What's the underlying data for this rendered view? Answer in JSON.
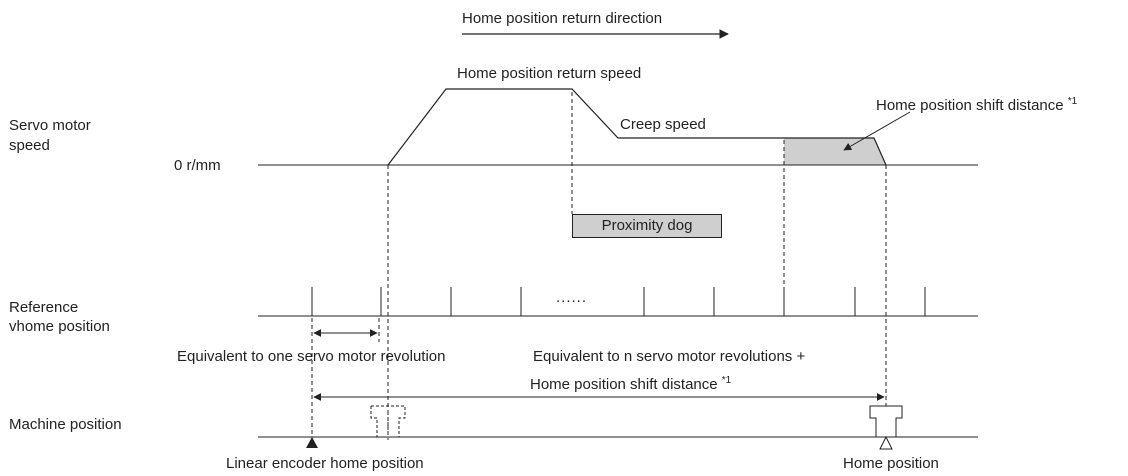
{
  "labels": {
    "direction": "Home position return direction",
    "return_speed": "Home position return speed",
    "shift_distance": "Home position shift distance ",
    "shift_distance_note": "*1",
    "creep_speed": "Creep speed",
    "servo_speed_line1": "Servo motor",
    "servo_speed_line2": "speed",
    "zero_speed": "0 r/mm",
    "proximity_dog": "Proximity dog",
    "reference_line1": "Reference",
    "reference_line2": "vhome position",
    "ellipsis": "......",
    "one_revolution": "Equivalent to one servo motor revolution",
    "n_revolutions": "Equivalent to n servo motor revolutions +",
    "shift_distance_2": "Home position shift distance ",
    "shift_distance_2_note": "*1",
    "machine_position": "Machine position",
    "linear_encoder_home": "Linear encoder home position",
    "home_position": "Home position"
  },
  "colors": {
    "line": "#222222",
    "shaded": "#cfcfcf"
  }
}
